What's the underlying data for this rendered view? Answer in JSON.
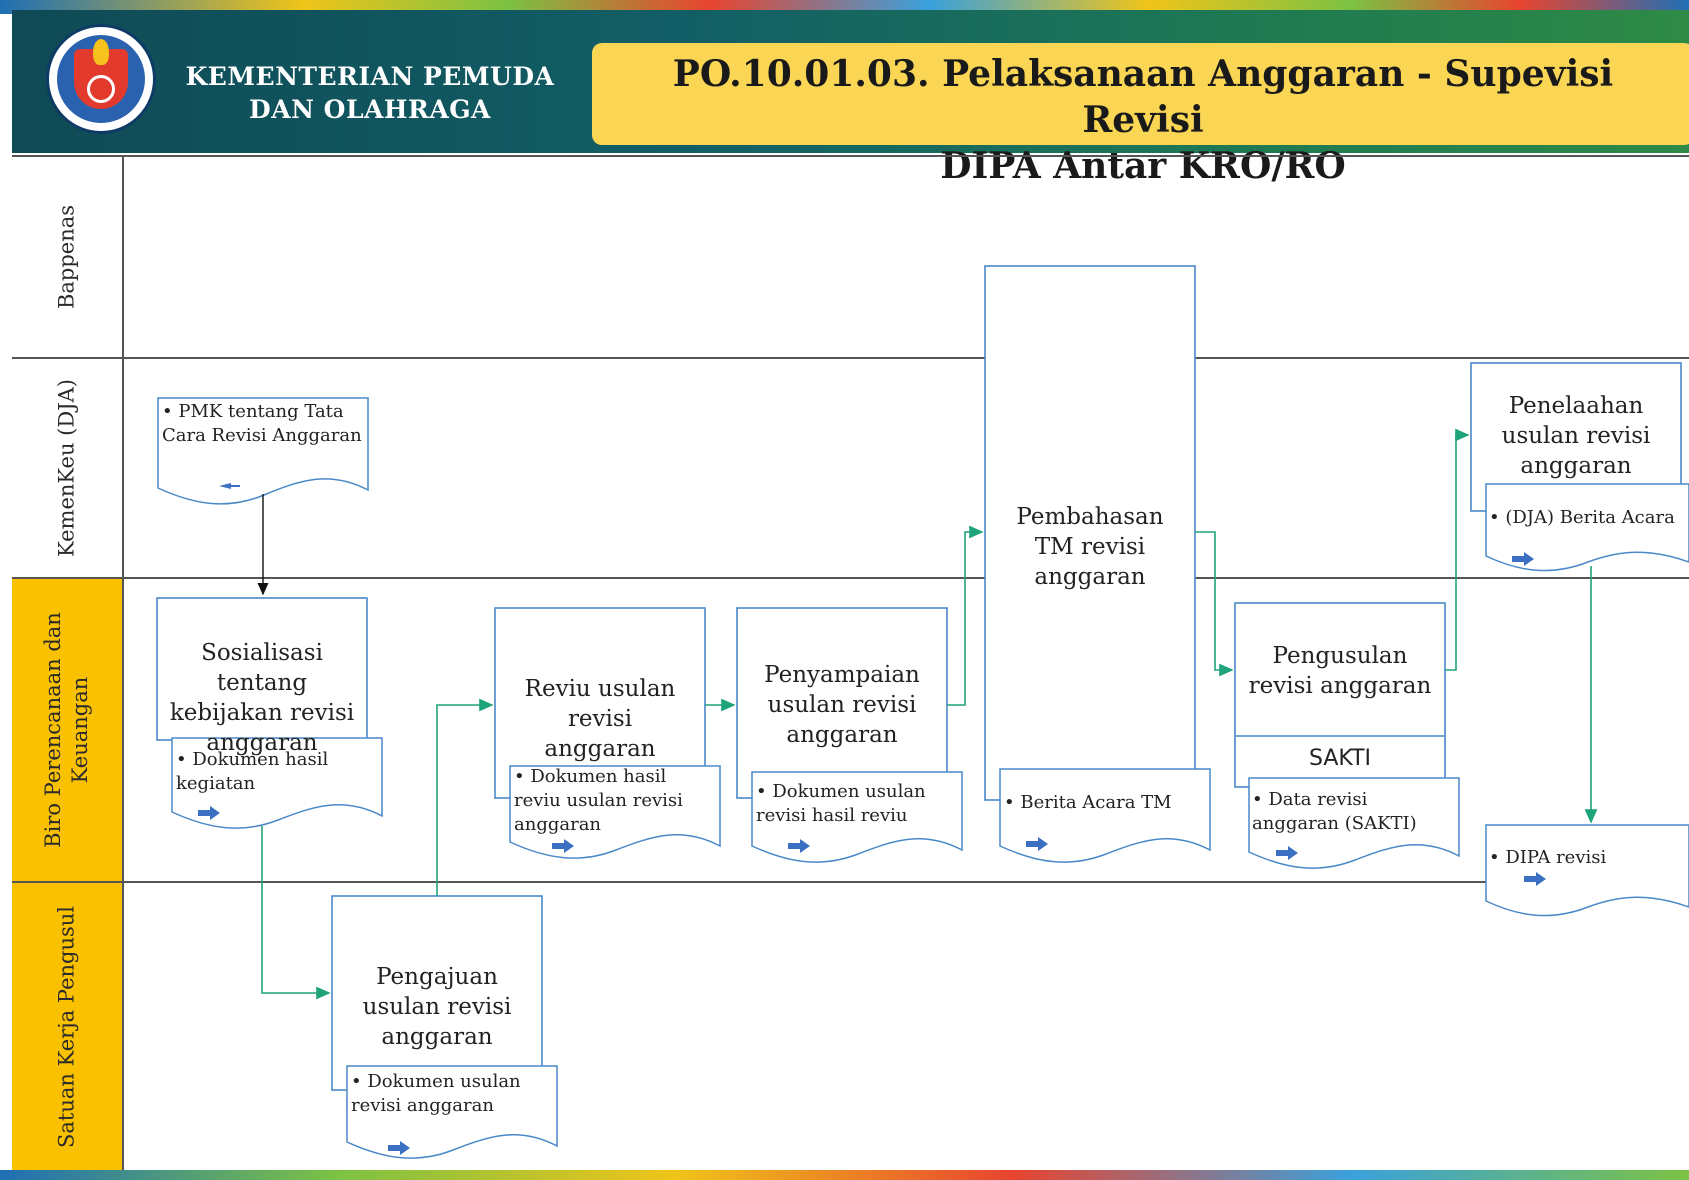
{
  "header": {
    "org_name": "KEMENTERIAN PEMUDA DAN OLAHRAGA",
    "title_line1": "PO.10.01.03. Pelaksanaan Anggaran - Supevisi Revisi",
    "title_line2": "DIPA Antar KRO/RO"
  },
  "lanes": {
    "bappenas": "Bappenas",
    "kemenkeu": "KemenKeu (DJA)",
    "biro_line1": "Biro Perencanaan dan",
    "biro_line2": "Keuangan",
    "satker": "Satuan Kerja Pengusul"
  },
  "process": {
    "sosialisasi": "Sosialisasi tentang kebijakan revisi anggaran",
    "pengajuan": "Pengajuan usulan revisi anggaran",
    "reviu": "Reviu usulan revisi anggaran",
    "penyampaian": "Penyampaian usulan revisi anggaran",
    "pembahasan": "Pembahasan TM revisi anggaran",
    "pengusulan": "Pengusulan revisi anggaran",
    "sakti": "SAKTI",
    "penelaahan": "Penelaahan usulan revisi anggaran"
  },
  "documents": {
    "pmk": "PMK tentang Tata Cara Revisi Anggaran",
    "dok_hasil_kegiatan": "Dokumen hasil kegiatan",
    "dok_usulan_revisi": "Dokumen usulan revisi anggaran",
    "dok_hasil_reviu": "Dokumen hasil reviu usulan revisi anggaran",
    "dok_usulan_hasil_reviu": "Dokumen usulan revisi hasil reviu",
    "berita_acara_tm": "Berita Acara TM",
    "data_revisi": "Data revisi anggaran (SAKTI)",
    "dja_berita_acara": "(DJA) Berita Acara",
    "dipa_revisi": "DIPA revisi"
  },
  "colors": {
    "header_teal": "#125e66",
    "title_yellow": "#fbd655",
    "lane_yellow": "#f9c100",
    "box_border": "#4a89c8",
    "flow_green": "#1fa37a",
    "doc_arrow": "#3a6fc2"
  }
}
